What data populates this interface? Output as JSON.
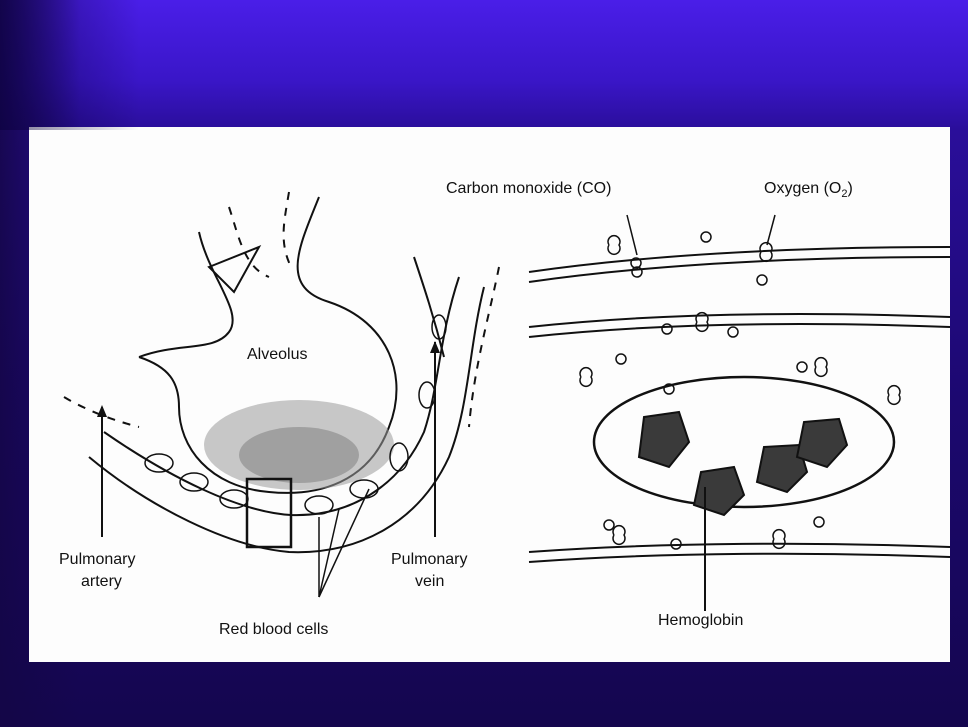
{
  "slide": {
    "background_top": "#4a1ee8",
    "background_bottom": "#14064e"
  },
  "diagram": {
    "left_panel": {
      "labels": {
        "alveolus": "Alveolus",
        "pulmonary_artery_line1": "Pulmonary",
        "pulmonary_artery_line2": "artery",
        "pulmonary_vein_line1": "Pulmonary",
        "pulmonary_vein_line2": "vein",
        "red_blood_cells": "Red blood cells"
      }
    },
    "right_panel": {
      "labels": {
        "carbon_monoxide": "Carbon monoxide (CO)",
        "oxygen_prefix": "Oxygen (O",
        "oxygen_subscript": "2",
        "oxygen_suffix": ")",
        "hemoglobin": "Hemoglobin"
      }
    }
  }
}
